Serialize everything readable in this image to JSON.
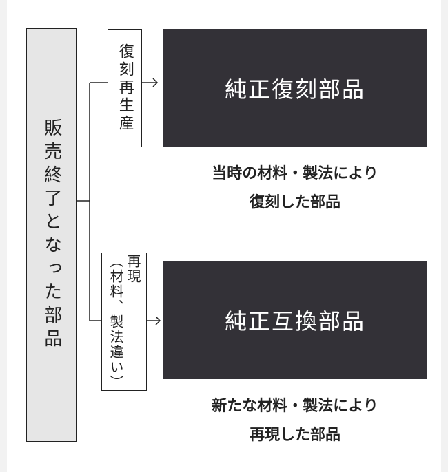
{
  "source": {
    "label": "販売終了となった部品"
  },
  "branches": [
    {
      "process": "復刻再生産",
      "product": "純正復刻部品",
      "desc_line1": "当時の材料・製法により",
      "desc_line2": "復刻した部品"
    },
    {
      "process_line1": "再現",
      "process_line2": "（材料、製法違い）",
      "product": "純正互換部品",
      "desc_line1": "新たな材料・製法により",
      "desc_line2": "再現した部品"
    }
  ],
  "colors": {
    "dark_box": "#333137",
    "source_box": "#e6e6e6",
    "line": "#222222"
  }
}
